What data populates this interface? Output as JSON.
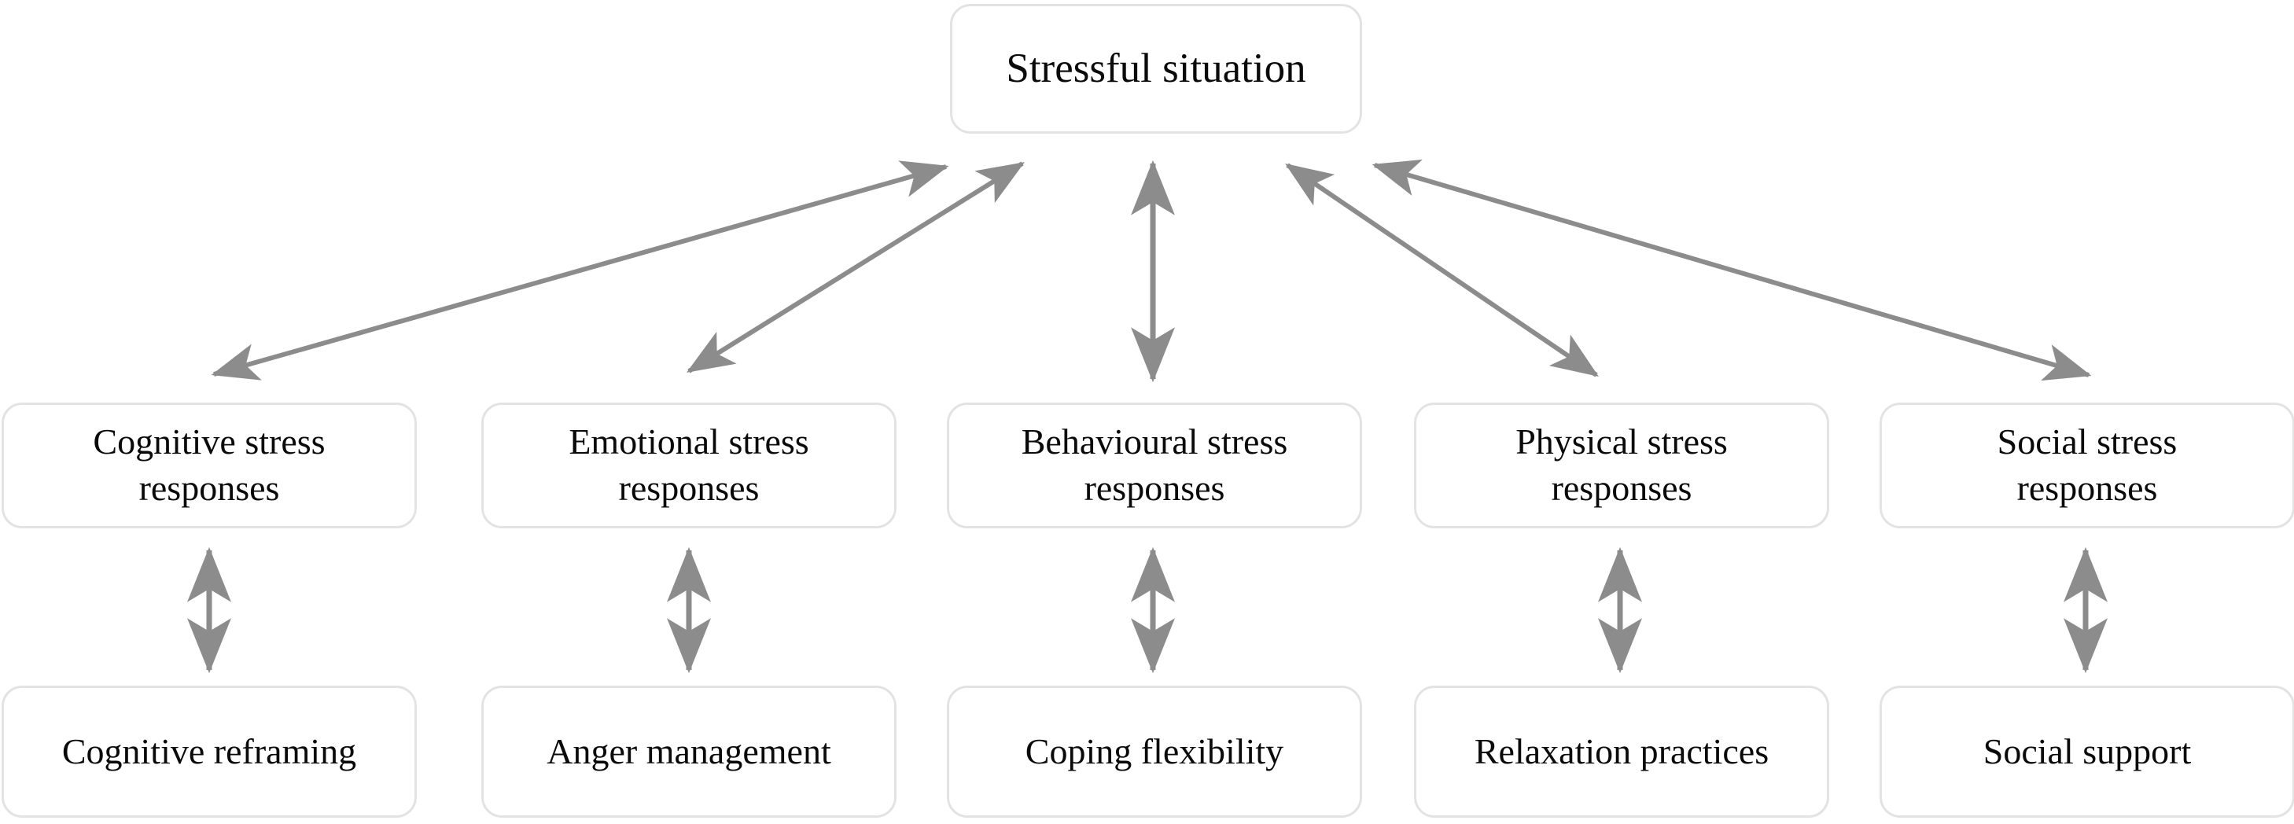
{
  "diagram": {
    "title_node": {
      "id": "stressful-situation",
      "label": "Stressful situation"
    },
    "response_nodes": [
      {
        "id": "cognitive-stress-responses",
        "label": "Cognitive stress\nresponses"
      },
      {
        "id": "emotional-stress-responses",
        "label": "Emotional stress\nresponses"
      },
      {
        "id": "behavioural-stress-responses",
        "label": "Behavioural stress\nresponses"
      },
      {
        "id": "physical-stress-responses",
        "label": "Physical stress\nresponses"
      },
      {
        "id": "social-stress-responses",
        "label": "Social stress\nresponses"
      }
    ],
    "strategy_nodes": [
      {
        "id": "cognitive-reframing",
        "label": "Cognitive reframing"
      },
      {
        "id": "anger-management",
        "label": "Anger management"
      },
      {
        "id": "coping-flexibility",
        "label": "Coping flexibility"
      },
      {
        "id": "relaxation-practices",
        "label": "Relaxation practices"
      },
      {
        "id": "social-support",
        "label": "Social support"
      }
    ],
    "connectors": [
      {
        "id": "connector-root-cognitive",
        "from": "stressful-situation",
        "to": "cognitive-stress-responses",
        "style": "double-arrow"
      },
      {
        "id": "connector-root-emotional",
        "from": "stressful-situation",
        "to": "emotional-stress-responses",
        "style": "double-arrow"
      },
      {
        "id": "connector-root-behavioural",
        "from": "stressful-situation",
        "to": "behavioural-stress-responses",
        "style": "double-arrow"
      },
      {
        "id": "connector-root-physical",
        "from": "stressful-situation",
        "to": "physical-stress-responses",
        "style": "double-arrow"
      },
      {
        "id": "connector-root-social",
        "from": "stressful-situation",
        "to": "social-stress-responses",
        "style": "double-arrow"
      },
      {
        "id": "connector-cognitive-reframing",
        "from": "cognitive-stress-responses",
        "to": "cognitive-reframing",
        "style": "double-arrow"
      },
      {
        "id": "connector-emotional-anger",
        "from": "emotional-stress-responses",
        "to": "anger-management",
        "style": "double-arrow"
      },
      {
        "id": "connector-behavioural-coping",
        "from": "behavioural-stress-responses",
        "to": "coping-flexibility",
        "style": "double-arrow"
      },
      {
        "id": "connector-physical-relaxation",
        "from": "physical-stress-responses",
        "to": "relaxation-practices",
        "style": "double-arrow"
      },
      {
        "id": "connector-social-support",
        "from": "social-stress-responses",
        "to": "social-support",
        "style": "double-arrow"
      }
    ]
  },
  "colors": {
    "background": "#ffffff",
    "node_border": "#e3e3e3",
    "node_fill": "#ffffff",
    "text": "#0a0a0a",
    "connector": "#8c8c8c"
  }
}
